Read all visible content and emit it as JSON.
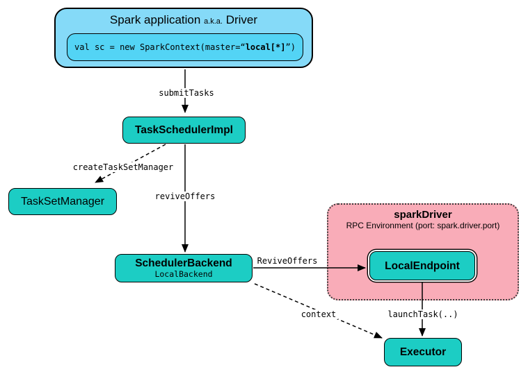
{
  "colors": {
    "background": "#FFFFFF",
    "driver_box_bg": "#85DAF8",
    "code_box_bg": "#53D4F5",
    "node_bg": "#1CCDC4",
    "rpc_env_bg": "#F9ACB8",
    "edge_color": "#000000"
  },
  "nodes": {
    "spark_application": {
      "title_main": "Spark application",
      "title_aka": "a.k.a.",
      "title_suffix": "Driver",
      "code_pre": "val sc = new SparkContext(master=“",
      "code_bold": "local[*]",
      "code_post": "”)"
    },
    "task_scheduler_impl": {
      "label": "TaskSchedulerImpl"
    },
    "task_set_manager": {
      "label": "TaskSetManager"
    },
    "scheduler_backend": {
      "label": "SchedulerBackend",
      "sublabel": "LocalBackend"
    },
    "spark_driver_env": {
      "title": "sparkDriver",
      "subtitle": "RPC Environment (port: spark.driver.port)"
    },
    "local_endpoint": {
      "label": "LocalEndpoint"
    },
    "executor": {
      "label": "Executor"
    }
  },
  "edges": {
    "submit_tasks": {
      "label": "submitTasks",
      "style": "solid",
      "from": "spark_application",
      "to": "task_scheduler_impl"
    },
    "create_task_set_manager": {
      "label": "createTaskSetManager",
      "style": "dashed",
      "from": "task_scheduler_impl",
      "to": "task_set_manager"
    },
    "revive_offers": {
      "label": "reviveOffers",
      "style": "solid",
      "from": "task_scheduler_impl",
      "to": "scheduler_backend"
    },
    "revive_offers_rpc": {
      "label": "ReviveOffers",
      "style": "solid",
      "from": "scheduler_backend",
      "to": "local_endpoint"
    },
    "launch_task": {
      "label": "launchTask(..)",
      "style": "solid",
      "from": "local_endpoint",
      "to": "executor"
    },
    "context": {
      "label": "context",
      "style": "dashed",
      "from": "scheduler_backend",
      "to": "executor"
    }
  }
}
